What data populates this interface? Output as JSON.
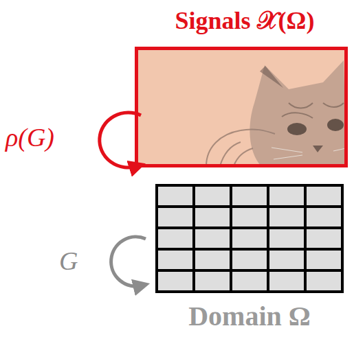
{
  "diagram": {
    "nodes": [
      {
        "text": [
          "Signals 𝒳(Ω)"
        ]
      },
      {
        "text": [
          "Domain Ω"
        ]
      }
    ],
    "labels": [
      "ρ(G)",
      "G"
    ]
  }
}
